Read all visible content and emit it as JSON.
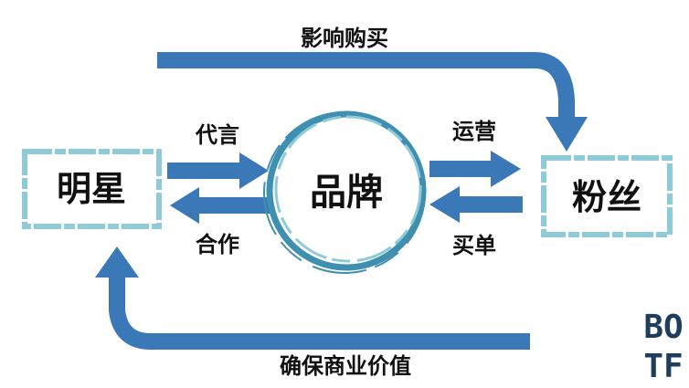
{
  "nodes": {
    "star": "明星",
    "brand": "品牌",
    "fans": "粉丝"
  },
  "edges": {
    "top_arc": "影响购买",
    "bottom_arc": "确保商业价值",
    "star_to_brand": "代言",
    "brand_to_star": "合作",
    "brand_to_fans": "运营",
    "fans_to_brand": "买单"
  },
  "logo": {
    "line1": "BO",
    "line2": "TF"
  },
  "colors": {
    "arrow": "#3a78b8",
    "box_border": "#8fcad8",
    "circle": "#3f8fb0",
    "text": "#111111",
    "logo": "#1f3d5c"
  }
}
